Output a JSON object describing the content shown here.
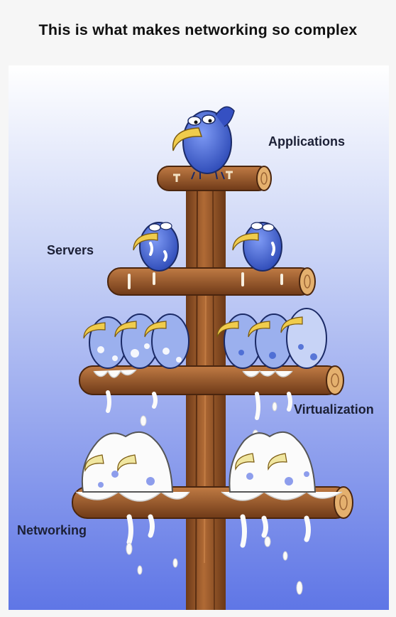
{
  "title": "This is what makes networking so complex",
  "labels": {
    "applications": "Applications",
    "servers": "Servers",
    "virtualization": "Virtualization",
    "networking": "Networking"
  },
  "colors": {
    "sky_top": "#ffffff",
    "sky_bottom": "#5f76e6",
    "bird_blue": "#3d5fd0",
    "beak": "#f0cc4c",
    "wood": "#a35b2e",
    "droppings": "#fbfbfb"
  }
}
